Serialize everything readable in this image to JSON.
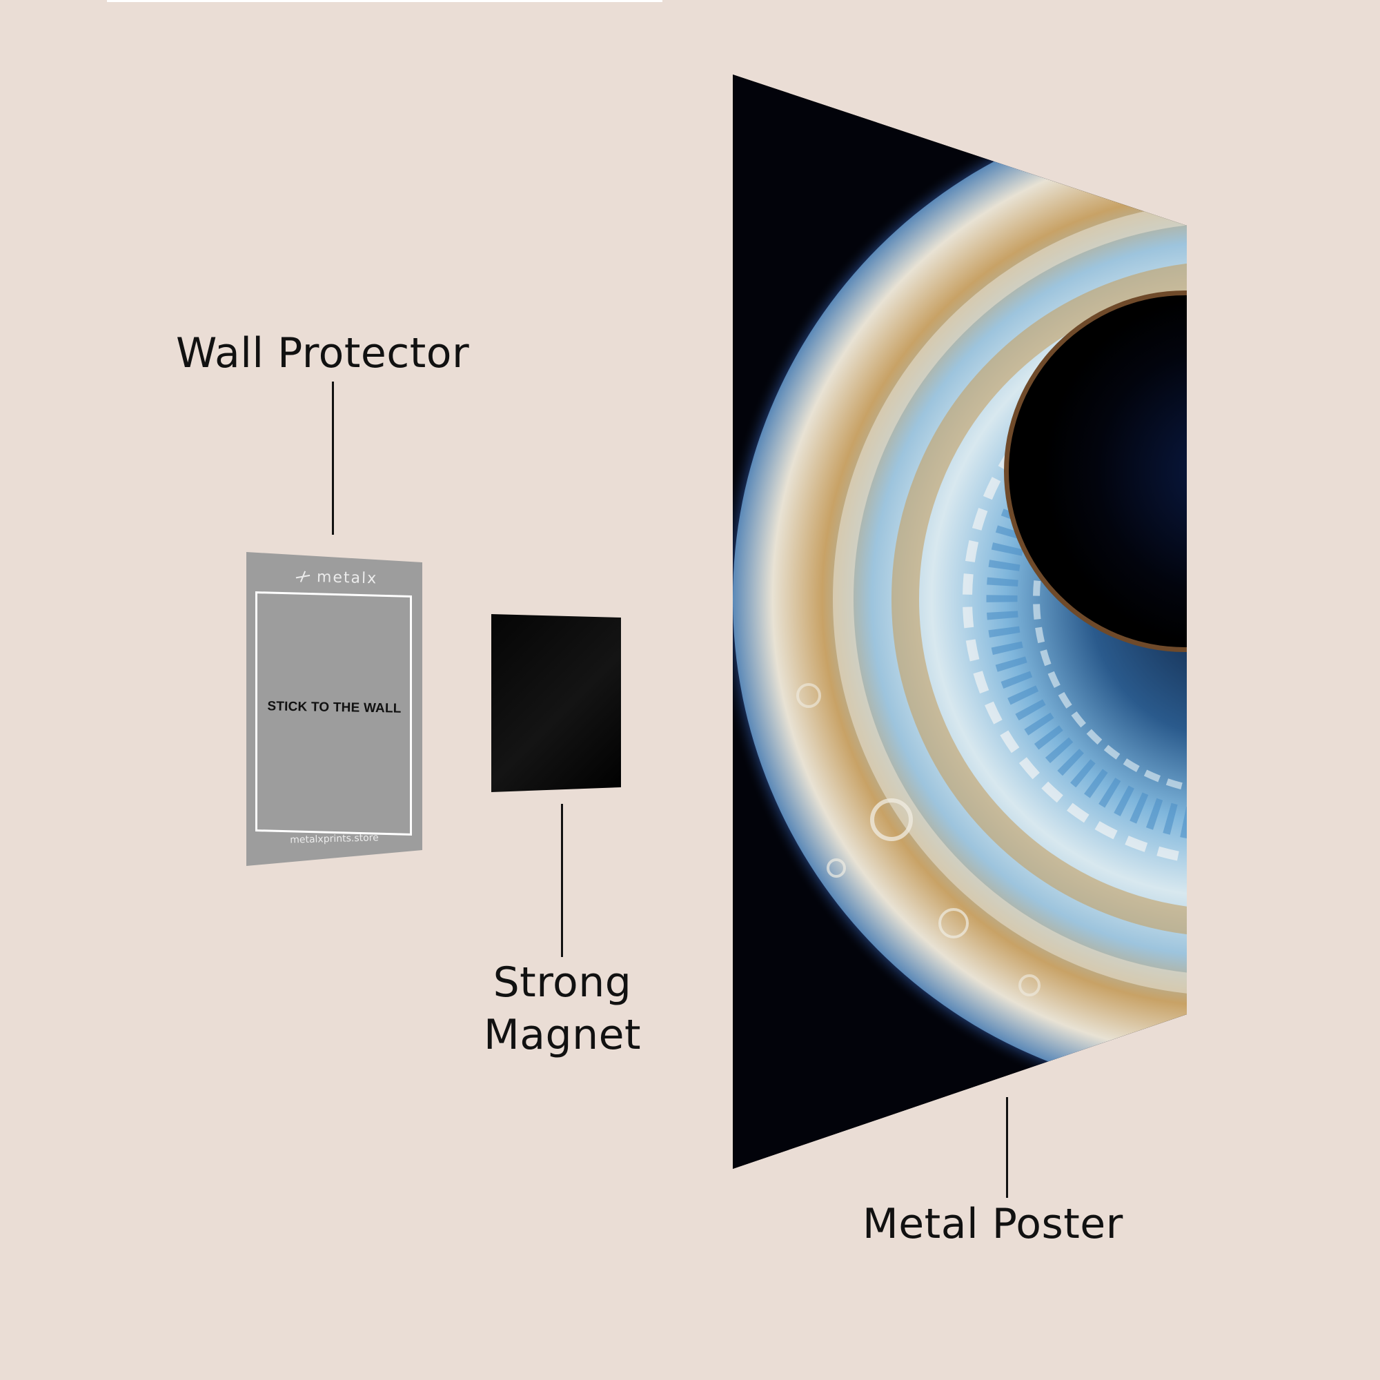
{
  "labels": {
    "wall_protector": "Wall Protector",
    "strong_magnet_line1": "Strong",
    "strong_magnet_line2": "Magnet",
    "metal_poster": "Metal Poster"
  },
  "protector": {
    "logo": "metalx",
    "instruction": "STICK TO THE WALL",
    "website": "metalxprints.store"
  },
  "colors": {
    "background": "#eaddd5",
    "label_text": "#111111",
    "protector_gray": "#9d9d9d",
    "magnet_black": "#050505",
    "iris_blue": "#3b7fb6",
    "iris_gold": "#c8a266"
  },
  "icons": {
    "logo_mark": "metalx-logo-icon"
  }
}
